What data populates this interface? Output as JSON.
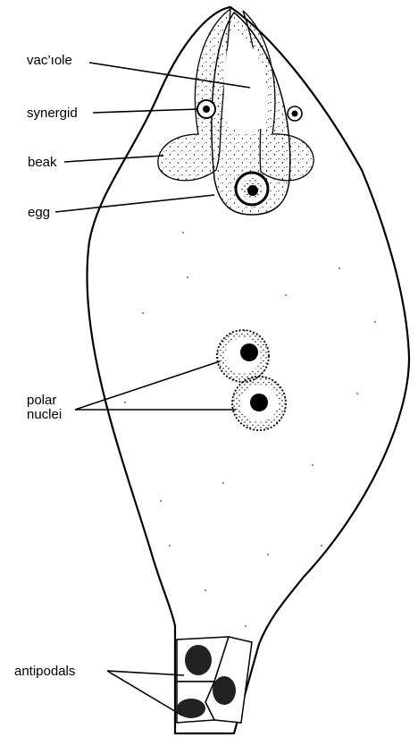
{
  "labels": {
    "vacuole": "vac’ıole",
    "synergid": "synergid",
    "beak": "beak",
    "egg": "egg",
    "polar_line1": "polar",
    "polar_line2": "nuclei",
    "antipodals": "antipodals"
  },
  "colors": {
    "ink": "#000000",
    "paper": "#ffffff"
  }
}
